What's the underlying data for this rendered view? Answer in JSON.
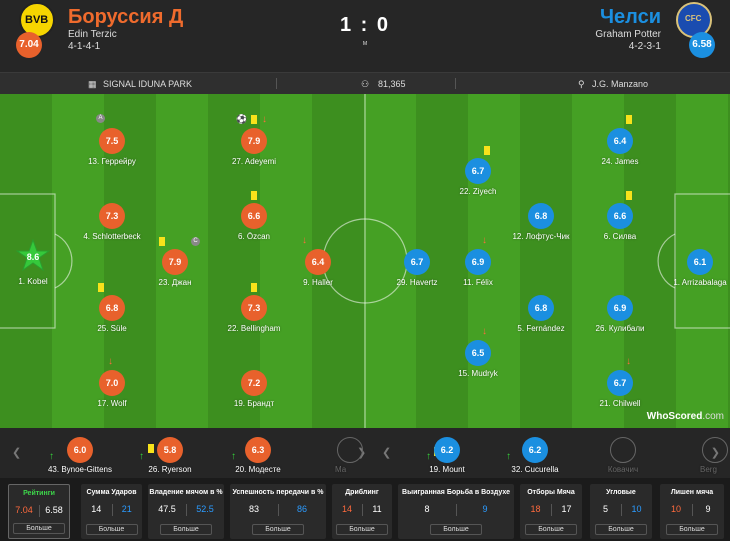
{
  "header": {
    "home": {
      "name": "Боруссия Д",
      "coach": "Edin Terzic",
      "formation": "4-1-4-1",
      "rating": "7.04",
      "crest_text": "BVB"
    },
    "away": {
      "name": "Челси",
      "coach": "Graham Potter",
      "formation": "4-2-3-1",
      "rating": "6.58",
      "crest_text": "CFC"
    },
    "score": "1 : 0",
    "status": "м"
  },
  "info": {
    "stadium": "SIGNAL IDUNA PARK",
    "attendance": "81,365",
    "referee": "J.G. Manzano"
  },
  "home_players": [
    {
      "name": "1. Kobel",
      "rating": "8.6",
      "motm": true
    },
    {
      "name": "13. Геррейру",
      "rating": "7.5",
      "badge": "A"
    },
    {
      "name": "4. Schlotterbeck",
      "rating": "7.3"
    },
    {
      "name": "25. Süle",
      "rating": "6.8"
    },
    {
      "name": "17. Wolf",
      "rating": "7.0"
    },
    {
      "name": "23. Джан",
      "rating": "7.9",
      "badge": "C"
    },
    {
      "name": "27. Adeyemi",
      "rating": "7.9"
    },
    {
      "name": "6. Özcan",
      "rating": "6.6"
    },
    {
      "name": "22. Bellingham",
      "rating": "7.3"
    },
    {
      "name": "19. Брандт",
      "rating": "7.2"
    },
    {
      "name": "9. Haller",
      "rating": "6.4"
    }
  ],
  "away_players": [
    {
      "name": "29. Havertz",
      "rating": "6.7"
    },
    {
      "name": "22. Ziyech",
      "rating": "6.7"
    },
    {
      "name": "11. Félix",
      "rating": "6.9"
    },
    {
      "name": "15. Mudryk",
      "rating": "6.5"
    },
    {
      "name": "12. Лофтус-Чик",
      "rating": "6.8"
    },
    {
      "name": "5. Fernández",
      "rating": "6.8"
    },
    {
      "name": "24. James",
      "rating": "6.4"
    },
    {
      "name": "6. Силва",
      "rating": "6.6"
    },
    {
      "name": "26. Кулибали",
      "rating": "6.9"
    },
    {
      "name": "21. Chilwell",
      "rating": "6.7"
    },
    {
      "name": "1. Arrizabalaga",
      "rating": "6.1"
    }
  ],
  "subs": [
    {
      "name": "43. Bynoe-Gittens",
      "rating": "6.0",
      "side": "home"
    },
    {
      "name": "26. Ryerson",
      "rating": "5.8",
      "side": "home"
    },
    {
      "name": "20. Модесте",
      "rating": "6.3",
      "side": "home"
    },
    {
      "name": "Ма",
      "rating": "",
      "side": "ghost"
    },
    {
      "name": "19. Mount",
      "rating": "6.2",
      "side": "away"
    },
    {
      "name": "32. Cucurella",
      "rating": "6.2",
      "side": "away"
    },
    {
      "name": "Ковачич",
      "rating": "",
      "side": "ghost"
    },
    {
      "name": "Berg",
      "rating": "",
      "side": "ghost"
    }
  ],
  "stats": [
    {
      "title": "Рейтинги",
      "home": "7.04",
      "away": "6.58",
      "more": "Больше",
      "winner": "home"
    },
    {
      "title": "Сумма Ударов",
      "home": "14",
      "away": "21",
      "more": "Больше",
      "winner": "away"
    },
    {
      "title": "Владение мячом в %",
      "home": "47.5",
      "away": "52.5",
      "more": "Больше",
      "winner": "away"
    },
    {
      "title": "Успешность передачи в %",
      "home": "83",
      "away": "86",
      "more": "Больше",
      "winner": "away"
    },
    {
      "title": "Дриблинг",
      "home": "14",
      "away": "11",
      "more": "Больше",
      "winner": "home"
    },
    {
      "title": "Выигранная Борьба в Воздухе",
      "home": "8",
      "away": "9",
      "more": "Больше",
      "winner": "away"
    },
    {
      "title": "Отборы Мяча",
      "home": "18",
      "away": "17",
      "more": "Больше",
      "winner": "home"
    },
    {
      "title": "Угловые",
      "home": "5",
      "away": "10",
      "more": "Больше",
      "winner": "away"
    },
    {
      "title": "Лишен мяча",
      "home": "10",
      "away": "9",
      "more": "Больше",
      "winner": "home"
    }
  ],
  "watermark": {
    "brand": "WhoScored",
    "suffix": ".com"
  },
  "colors": {
    "home": "#e8612c",
    "away": "#1b8fe0",
    "pitch": "#3d8f1f"
  }
}
